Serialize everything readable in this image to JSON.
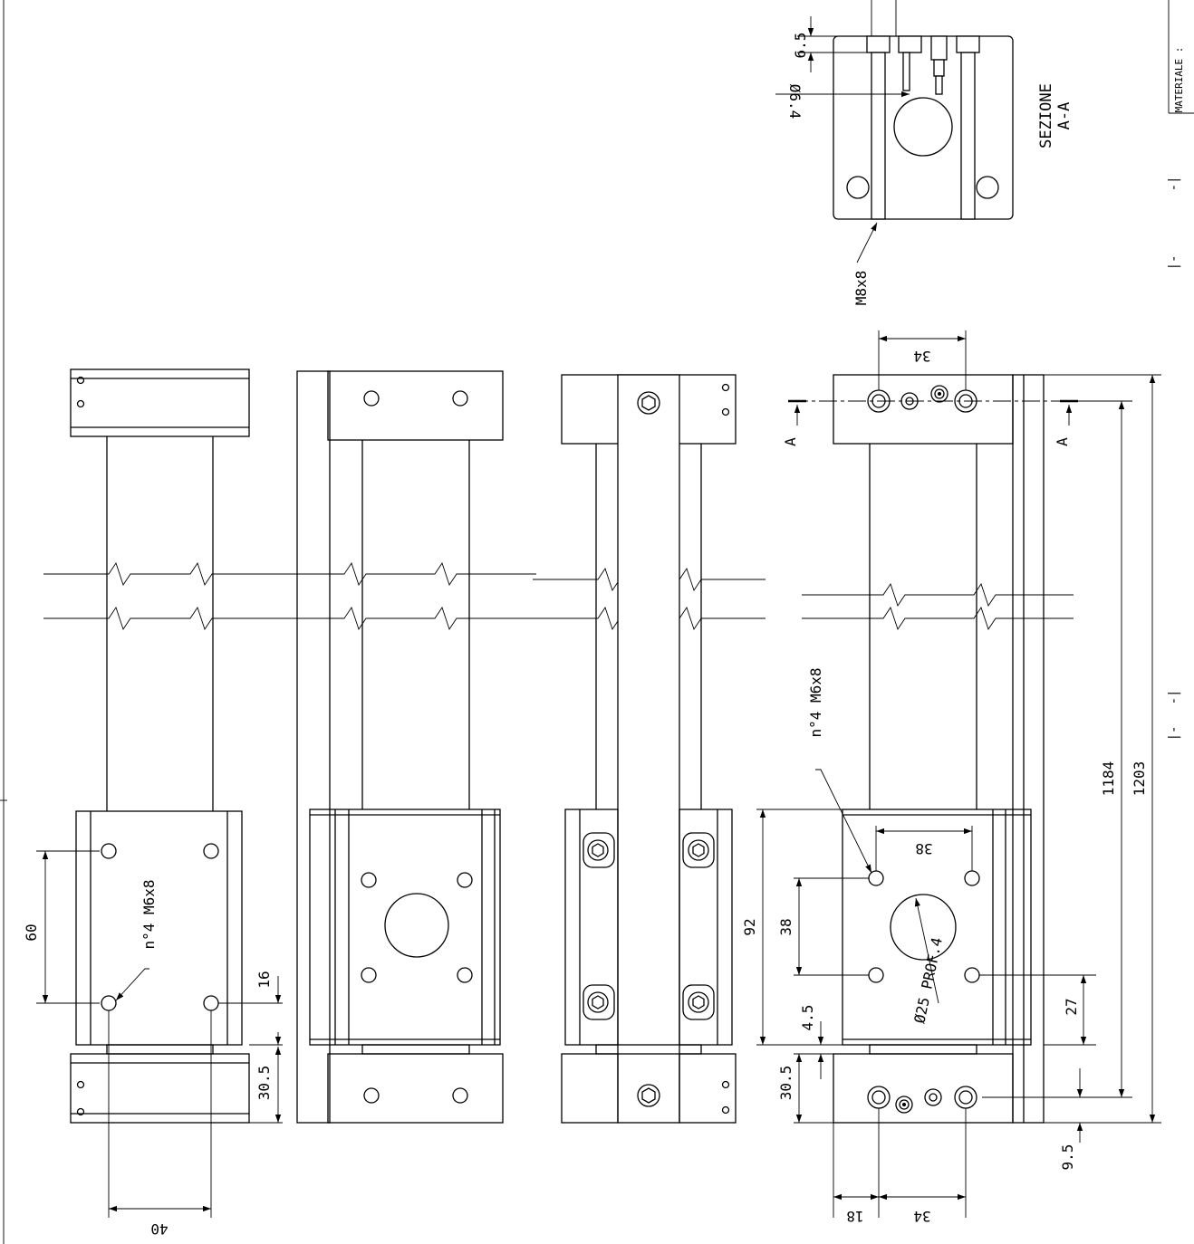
{
  "sheet": {
    "material_label": "MATERIALE :",
    "title_block_dashes": [
      "|-",
      "-|",
      "|-",
      "-|"
    ]
  },
  "section_view": {
    "title": "SEZIONE",
    "subtitle": "A-A",
    "counterbore_depth": "6.5",
    "bore_diameter": "Ø6.4",
    "thread_callout": "M8x8"
  },
  "view1": {
    "hole_callout": "n°4 M6x8",
    "dim_hole_spacing_vertical": "60",
    "dim_hole_spacing_horizontal": "40",
    "dim_hole_to_edge": "16",
    "dim_end_block": "30.5"
  },
  "view4": {
    "section_marker_left": "A",
    "section_marker_right": "A",
    "dim_top_holes": "34",
    "dim_bottom_holes": "34",
    "dim_bottom_offset": "18",
    "dim_overall_rod": "1203",
    "dim_hole_centers": "1184",
    "hole_callout": "n°4 M6x8",
    "dim_carriage_holes_x": "38",
    "dim_carriage_holes_y": "38",
    "dim_carriage_length": "92",
    "dim_gap": "4.5",
    "dim_end_block": "30.5",
    "dim_hole_offset": "27",
    "dim_end_hole_offset": "9.5",
    "recess_callout": "Ø25 PROF.4"
  }
}
